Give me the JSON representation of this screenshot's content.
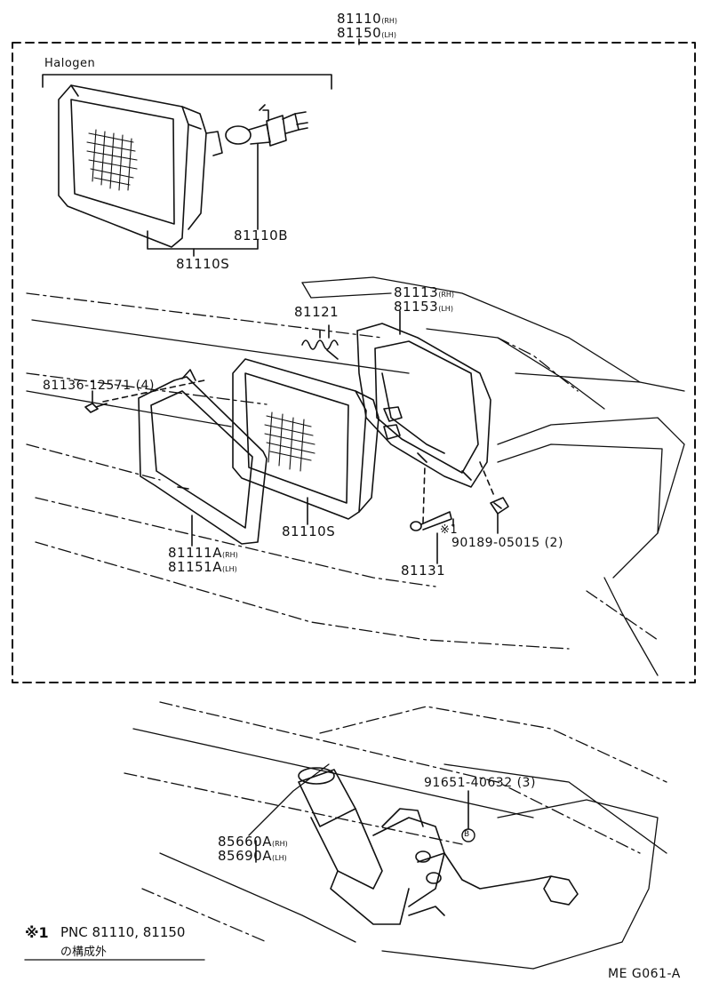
{
  "top_part": {
    "rh": "81110",
    "rh_suffix": "(RH)",
    "lh": "81150",
    "lh_suffix": "(LH)"
  },
  "halogen": {
    "title": "Halogen",
    "bulb_part": "81110B",
    "assembly_part": "81110S"
  },
  "exploded": {
    "spring": "81121",
    "housing_rh": "81113",
    "housing_rh_suffix": "(RH)",
    "housing_lh": "81153",
    "housing_lh_suffix": "(LH)",
    "screw": "81136-12571 (4)",
    "lamp_unit": "81110S",
    "bezel_rh": "81111A",
    "bezel_rh_suffix": "(RH)",
    "bezel_lh": "81151A",
    "bezel_lh_suffix": "(LH)",
    "note_mark": "※1",
    "nut": "90189-05015 (2)",
    "adjust_screw": "81131"
  },
  "motor": {
    "bolt": "91651-40632 (3)",
    "bolt_ref": "B",
    "motor_rh": "85660A",
    "motor_rh_suffix": "(RH)",
    "motor_lh": "85690A",
    "motor_lh_suffix": "(LH)"
  },
  "footnote": {
    "mark": "※1",
    "line1": "PNC 81110, 81150",
    "line2": "の構成外"
  },
  "drawing_code": "ME G061-A"
}
